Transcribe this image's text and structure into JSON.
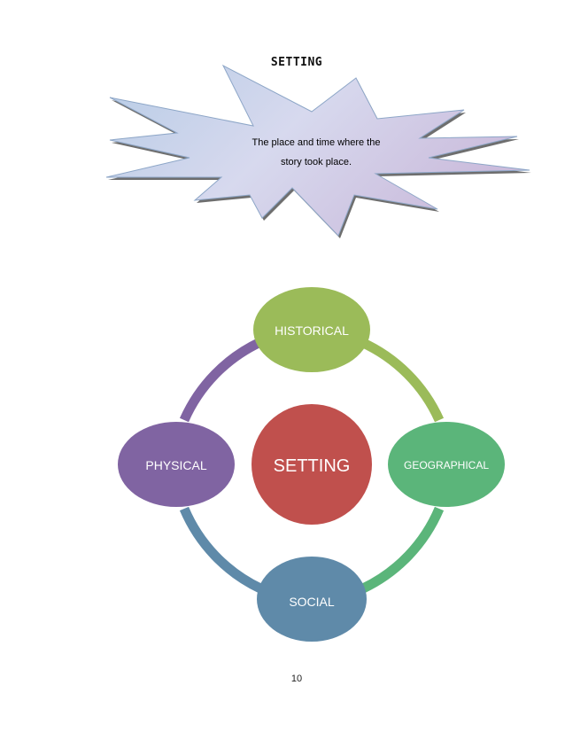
{
  "title": "SETTING",
  "callout": {
    "text_line1": "The place and time where the",
    "text_line2": "story took place."
  },
  "diagram": {
    "center": "SETTING",
    "nodes": {
      "top": "HISTORICAL",
      "right": "GEOGRAPHICAL",
      "bottom": "SOCIAL",
      "left": "PHYSICAL"
    }
  },
  "colors": {
    "historical": "#9bbb59",
    "geographical": "#5bb57a",
    "social": "#5f8aa9",
    "physical": "#8064a2",
    "center": "#c0504d"
  },
  "page_number": "10"
}
